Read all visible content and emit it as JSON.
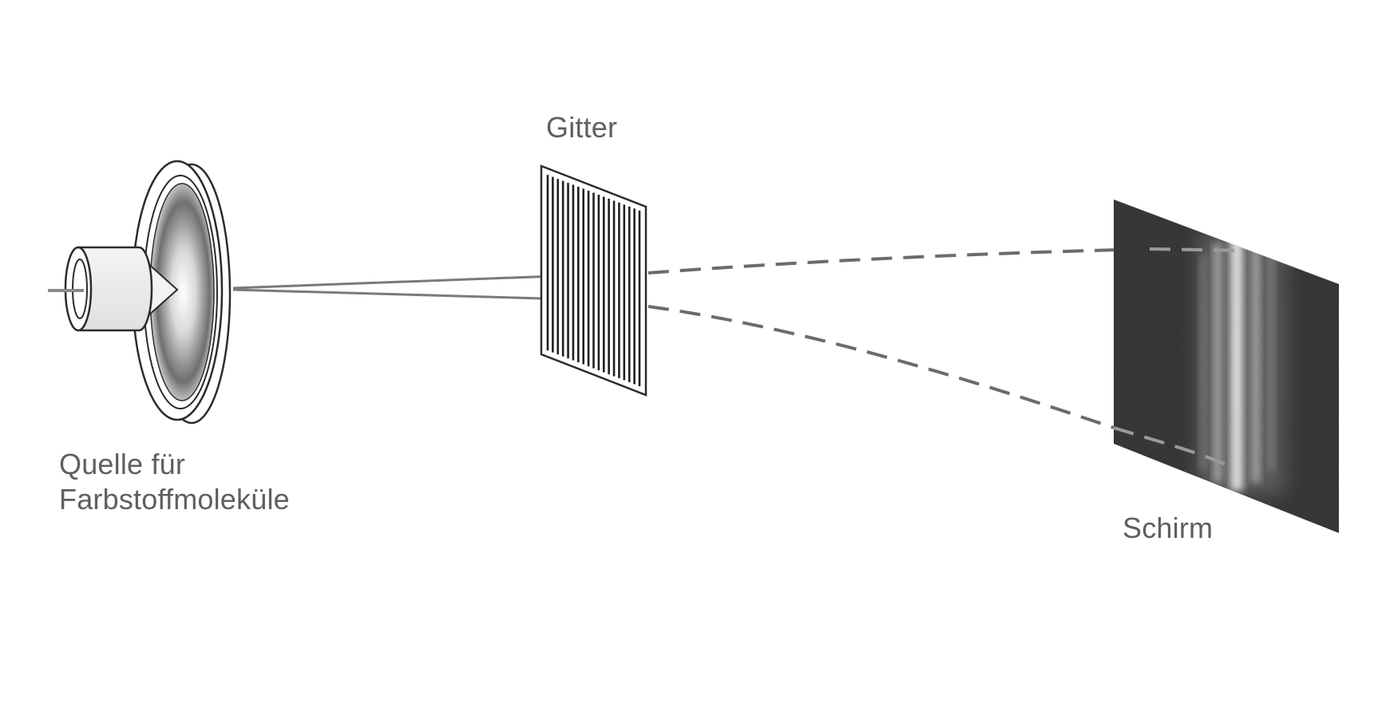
{
  "labels": {
    "grating": "Gitter",
    "source_line1": "Quelle für",
    "source_line2": "Farbstoffmoleküle",
    "screen": "Schirm"
  },
  "colors": {
    "background": "#ffffff",
    "label": "#5f5f5f",
    "outline": "#2b2b2b",
    "beam": "#7a7a7a",
    "screen_background": "#2a2a2a"
  }
}
